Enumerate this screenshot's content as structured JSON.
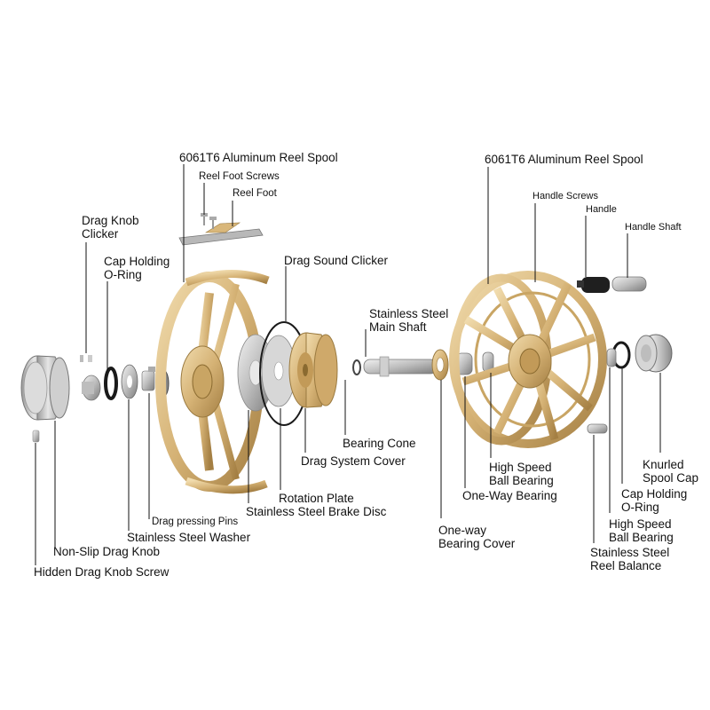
{
  "labels": {
    "left_spool": "6061T6 Aluminum Reel Spool",
    "reel_foot_screws": "Reel Foot Screws",
    "reel_foot": "Reel Foot",
    "drag_knob_clicker_1": "Drag Knob",
    "drag_knob_clicker_2": "Clicker",
    "cap_holding_left_1": "Cap Holding",
    "cap_holding_left_2": "O-Ring",
    "drag_sound_clicker": "Drag Sound Clicker",
    "main_shaft_1": "Stainless Steel",
    "main_shaft_2": "Main Shaft",
    "bearing_cone": "Bearing Cone",
    "drag_system_cover": "Drag System Cover",
    "rotation_plate": "Rotation Plate",
    "brake_disc": "Stainless Steel Brake Disc",
    "drag_pins": "Drag pressing Pins",
    "washer": "Stainless  Steel Washer",
    "drag_knob": "Non-Slip Drag Knob",
    "hidden_screw": "Hidden Drag Knob Screw",
    "right_spool": "6061T6 Aluminum Reel Spool",
    "handle_screws": "Handle Screws",
    "handle": "Handle",
    "handle_shaft": "Handle Shaft",
    "hs_bearing_left_1": "High Speed",
    "hs_bearing_left_2": "Ball Bearing",
    "one_way_bearing": "One-Way Bearing",
    "one_way_cover_1": "One-way",
    "one_way_cover_2": "Bearing Cover",
    "knurled_cap_1": "Knurled",
    "knurled_cap_2": "Spool Cap",
    "cap_holding_right_1": "Cap Holding",
    "cap_holding_right_2": "O-Ring",
    "hs_bearing_right_1": "High Speed",
    "hs_bearing_right_2": "Ball Bearing",
    "reel_balance_1": "Stainless Steel",
    "reel_balance_2": "Reel Balance"
  },
  "colors": {
    "gold": "#d9b77a",
    "gold_dark": "#b08a4c",
    "steel": "#c9c9c9",
    "steel_dark": "#8a8a8a",
    "black": "#1a1a1a",
    "leader": "#111111"
  }
}
